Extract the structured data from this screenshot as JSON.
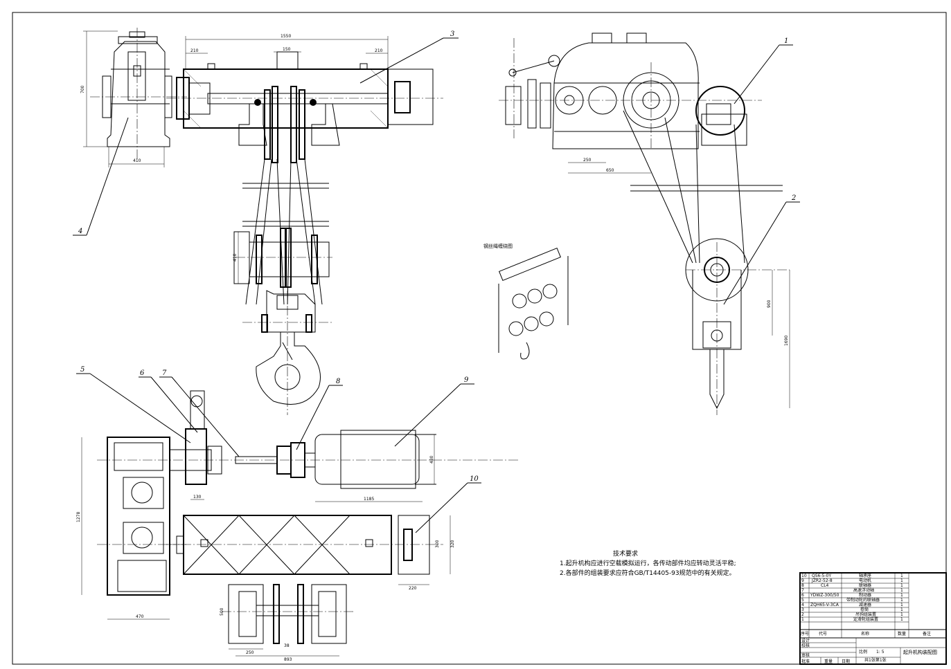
{
  "drawing": {
    "balloons": [
      "1",
      "2",
      "3",
      "4",
      "5",
      "6",
      "7",
      "8",
      "9",
      "10"
    ],
    "dimensions": {
      "top_width": "1550",
      "top_left_210": "210",
      "top_right_210": "210",
      "top_150": "150",
      "height_700": "700",
      "width_410": "410",
      "d250": "250",
      "d650": "650",
      "d410_hook": "410",
      "d900": "900",
      "d1690": "1690",
      "d1185": "1185",
      "d480": "480",
      "d1278": "1278",
      "d470": "470",
      "d220": "220",
      "d320": "320",
      "d300": "300",
      "d893": "893",
      "d250_bot": "250",
      "d38": "38",
      "d500": "500",
      "d130": "130"
    },
    "rope_label": "钢丝绳缠绕图",
    "tech_requirements": {
      "title": "技术要求",
      "line1": "1.起升机构应进行空载模拟运行，各传动部件均应转动灵活平稳;",
      "line2": "2.各部件的组装要求应符合GB/T14405-93规范中的有关规定。"
    }
  },
  "title_block": {
    "rows": [
      {
        "no": "10",
        "code": "QS6-5-0Y",
        "name": "轴承座",
        "qty": "1"
      },
      {
        "no": "9",
        "code": "JZR2-52-8",
        "name": "电动机",
        "qty": "1"
      },
      {
        "no": "8",
        "code": "CL4",
        "name": "联轴器",
        "qty": "1"
      },
      {
        "no": "7",
        "code": "",
        "name": "高速浮动轴",
        "qty": "1"
      },
      {
        "no": "6",
        "code": "YDWZ-300/50",
        "name": "制动器",
        "qty": "1"
      },
      {
        "no": "5",
        "code": "",
        "name": "带制动轮的联轴器",
        "qty": "1"
      },
      {
        "no": "4",
        "code": "ZQH65-V-3CA",
        "name": "减速器",
        "qty": "1"
      },
      {
        "no": "3",
        "code": "",
        "name": "卷筒",
        "qty": "1"
      },
      {
        "no": "2",
        "code": "",
        "name": "吊钩组装置",
        "qty": "1"
      },
      {
        "no": "1",
        "code": "",
        "name": "定滑轮组装置",
        "qty": "1"
      }
    ],
    "header": {
      "no": "序号",
      "code": "代号",
      "name": "名称",
      "qty": "数量",
      "note": "备注"
    },
    "side_labels": [
      "设计",
      "校核",
      "审核",
      "批准"
    ],
    "scale_label": "比例",
    "scale_value": "1: 5",
    "sheet_info": "共1张第1张",
    "drawing_title": "起升机构装配图",
    "weight_label": "重量",
    "date_label": "日期"
  }
}
